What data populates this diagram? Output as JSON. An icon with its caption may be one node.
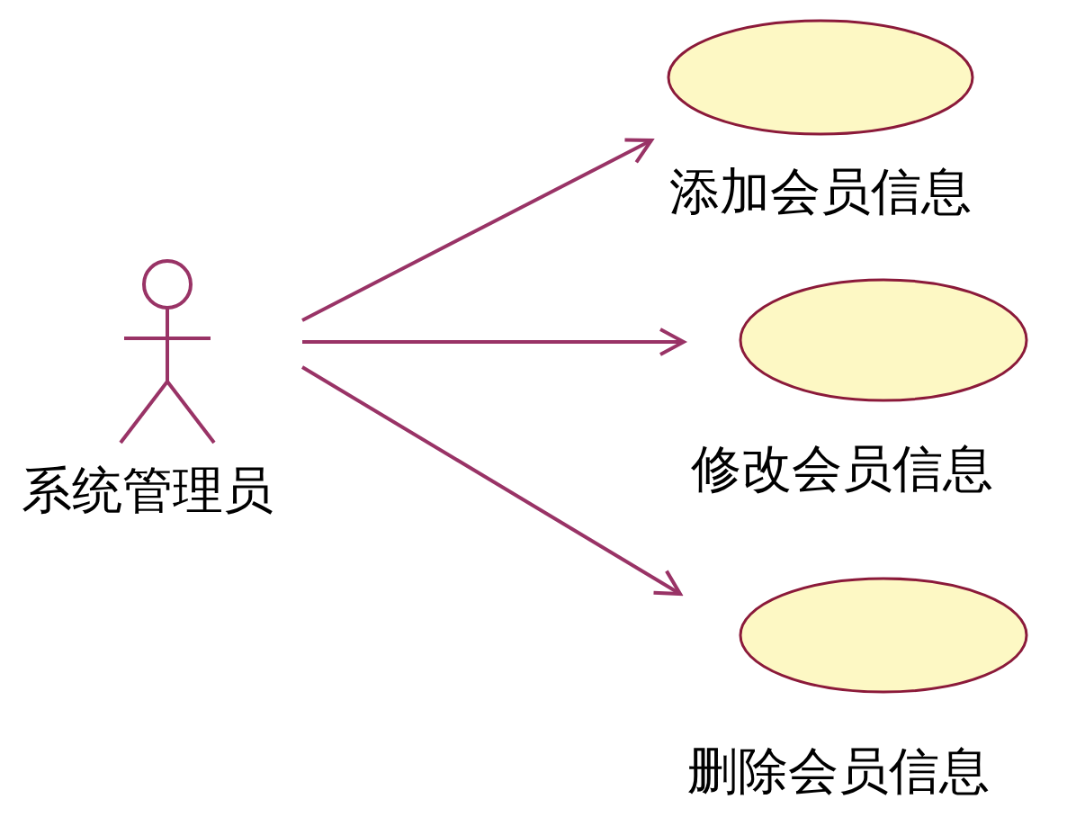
{
  "diagram": {
    "nodes": [
      {
        "text": [
          "系统管理员"
        ]
      },
      {
        "text": [
          "添加会员信息"
        ]
      },
      {
        "text": [
          "修改会员信息"
        ]
      },
      {
        "text": [
          "删除会员信息"
        ]
      }
    ],
    "edges": [
      {
        "from": 0,
        "to": 1,
        "arrow": "to"
      },
      {
        "from": 0,
        "to": 2,
        "arrow": "to"
      },
      {
        "from": 0,
        "to": 3,
        "arrow": "to"
      }
    ]
  }
}
